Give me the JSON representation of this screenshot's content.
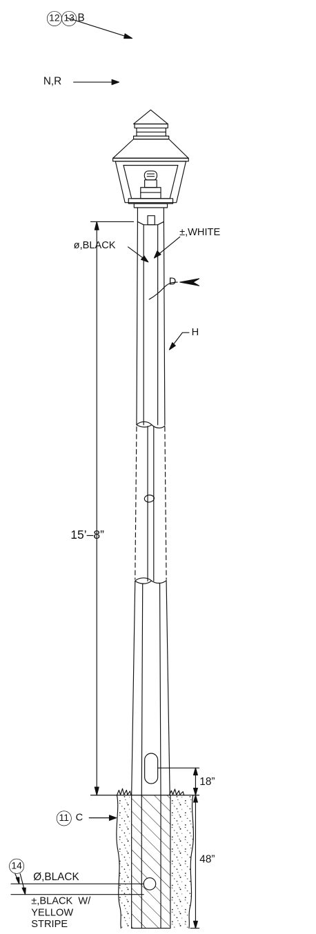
{
  "callouts": {
    "lantern_top": {
      "numbers": [
        "12",
        "13"
      ],
      "letter": "B"
    },
    "lantern_glass": "N,R",
    "neutral_white": "±,WHITE",
    "phase_black": "ø,BLACK",
    "door": "D",
    "pole_shaft": "H",
    "foundation": {
      "number": "11",
      "letter": "C"
    },
    "conduit": {
      "number": "14"
    },
    "feed_phase": "Ø,BLACK",
    "feed_neutral": [
      "±,BLACK  W/",
      "YELLOW",
      "STRIPE"
    ]
  },
  "dimensions": {
    "pole_height": "15’–8”",
    "handhole_height": "18”",
    "foundation_depth": "48”"
  }
}
